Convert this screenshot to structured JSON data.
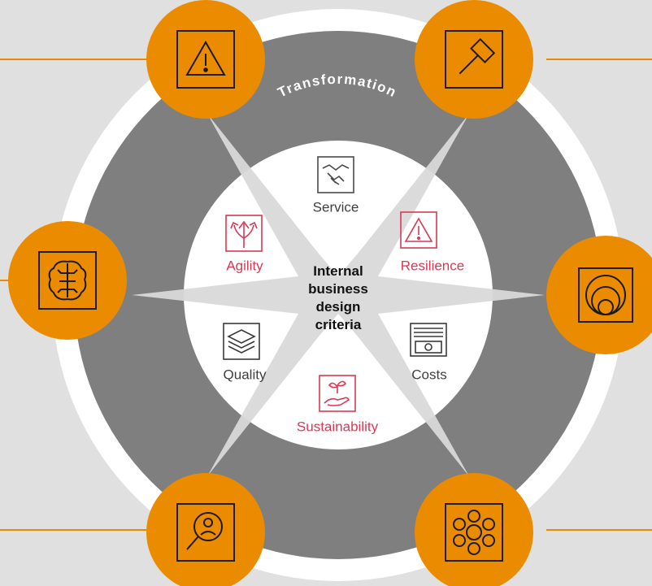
{
  "ring_label": "Transformation",
  "center_lines": [
    "Internal",
    "business",
    "design",
    "criteria"
  ],
  "criteria": [
    {
      "label": "Service",
      "tone": "grey",
      "icon": "handshake-icon"
    },
    {
      "label": "Resilience",
      "tone": "pink",
      "icon": "warning-icon"
    },
    {
      "label": "Costs",
      "tone": "grey",
      "icon": "cash-icon"
    },
    {
      "label": "Sustainability",
      "tone": "pink",
      "icon": "plant-hand-icon"
    },
    {
      "label": "Quality",
      "tone": "grey",
      "icon": "layers-icon"
    },
    {
      "label": "Agility",
      "tone": "pink",
      "icon": "arrows-split-icon"
    }
  ],
  "outer_icons": [
    {
      "name": "warning-icon"
    },
    {
      "name": "gavel-icon"
    },
    {
      "name": "target-circles-icon"
    },
    {
      "name": "hexagon-network-icon"
    },
    {
      "name": "search-person-icon"
    },
    {
      "name": "brain-circuit-icon"
    }
  ],
  "colors": {
    "background": "#e0e0e0",
    "outer_ring": "#ffffff",
    "band": "#7f7f7f",
    "inner_disk": "#ffffff",
    "star": "#d9d9d9",
    "orange": "#eb8c00",
    "pink": "#d93954",
    "grey_text": "#404040"
  }
}
